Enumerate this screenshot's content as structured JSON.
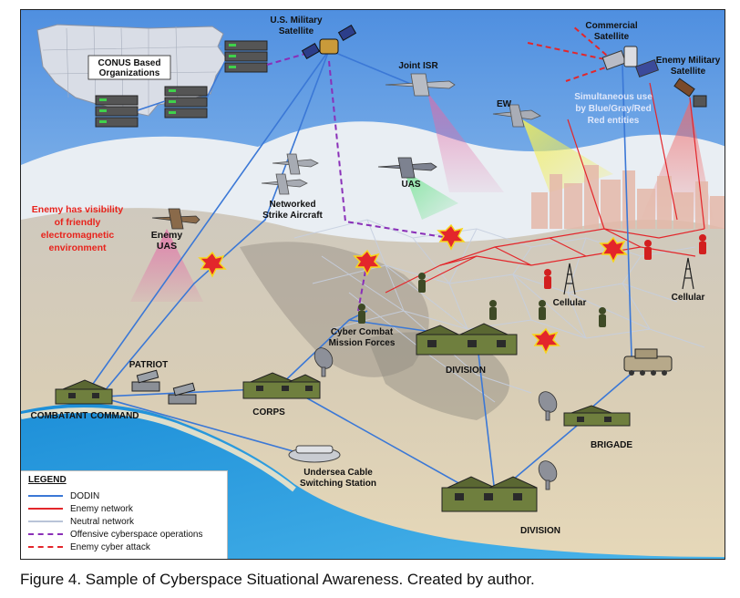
{
  "labels": {
    "us_satellite": [
      "U.S. Military",
      "Satellite"
    ],
    "conus": [
      "CONUS Based",
      "Organizations"
    ],
    "commercial_satellite": [
      "Commercial",
      "Satellite"
    ],
    "enemy_satellite": [
      "Enemy Military",
      "Satellite"
    ],
    "joint_isr": "Joint ISR",
    "ew": "EW",
    "simultaneous": [
      "Simultaneous use",
      "by Blue/Gray/Red",
      "Red entities"
    ],
    "uas": "UAS",
    "enemy_visibility": [
      "Enemy has visibility",
      "of friendly",
      "electromagnetic",
      "environment"
    ],
    "enemy_uas": [
      "Enemy",
      "UAS"
    ],
    "networked_strike": [
      "Networked",
      "Strike Aircraft"
    ],
    "cellular_1": "Cellular",
    "cellular_2": "Cellular",
    "cyber_forces": [
      "Cyber  Combat",
      "Mission Forces"
    ],
    "division_north": "DIVISION",
    "patriot": "PATRIOT",
    "combatant_command": "COMBATANT COMMAND",
    "corps": "CORPS",
    "brigade": "BRIGADE",
    "undersea": [
      "Undersea Cable",
      "Switching Station"
    ],
    "division_south": "DIVISION"
  },
  "legend": {
    "title": "LEGEND",
    "items": [
      {
        "label": "DODIN",
        "color": "#3b78d6",
        "style": "solid"
      },
      {
        "label": "Enemy network",
        "color": "#e3262b",
        "style": "solid"
      },
      {
        "label": "Neutral network",
        "color": "#b9c4d8",
        "style": "solid"
      },
      {
        "label": "Offensive cyberspace operations",
        "color": "#8a2fb8",
        "style": "dashed"
      },
      {
        "label": "Enemy cyber attack",
        "color": "#e3262b",
        "style": "dashed"
      }
    ]
  },
  "caption": "Figure 4. Sample of Cyberspace Situational Awareness. Created by author.",
  "colors": {
    "dodin": "#3b78d6",
    "enemy": "#e3262b",
    "neutral": "#b9c4d8",
    "offensive": "#8a2fb8",
    "sky": "#6ea8e6",
    "sea": "#2b9ee0",
    "building": "#6f7f3e"
  }
}
